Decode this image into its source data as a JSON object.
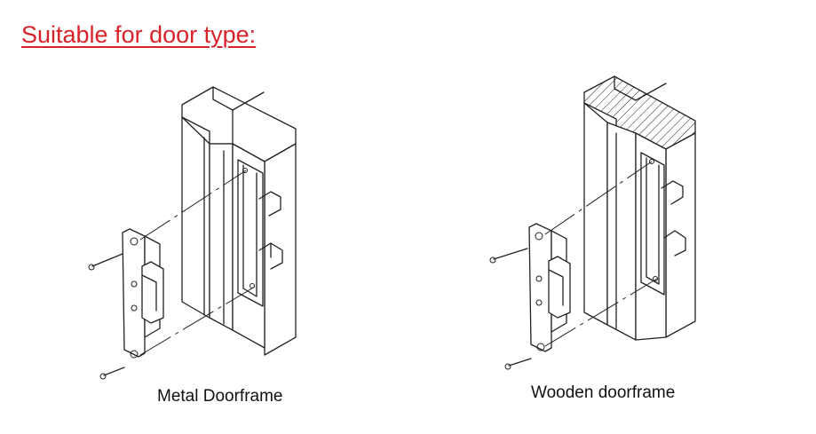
{
  "header": {
    "title": "Suitable for door type:"
  },
  "captions": {
    "metal": "Metal Doorframe",
    "wooden": "Wooden doorframe"
  },
  "colors": {
    "title": "#d8232a",
    "lines": "#222222",
    "background": "#ffffff"
  },
  "icons": [
    "screw-icon",
    "strike-plate-icon",
    "hatch-pattern"
  ]
}
